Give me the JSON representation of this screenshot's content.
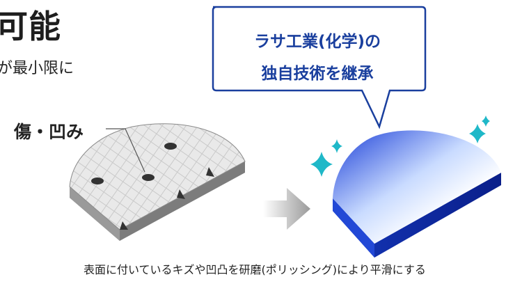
{
  "heading_fragment": "可能",
  "subtext_fragment": "が最小限に",
  "callout": {
    "line1": "ラサ工業(化学)の",
    "line2": "独自技術を継承"
  },
  "damage_label": "傷・凹み",
  "caption": "表面に付いているキズや凹凸を研磨(ポリッシング)により平滑にする"
}
